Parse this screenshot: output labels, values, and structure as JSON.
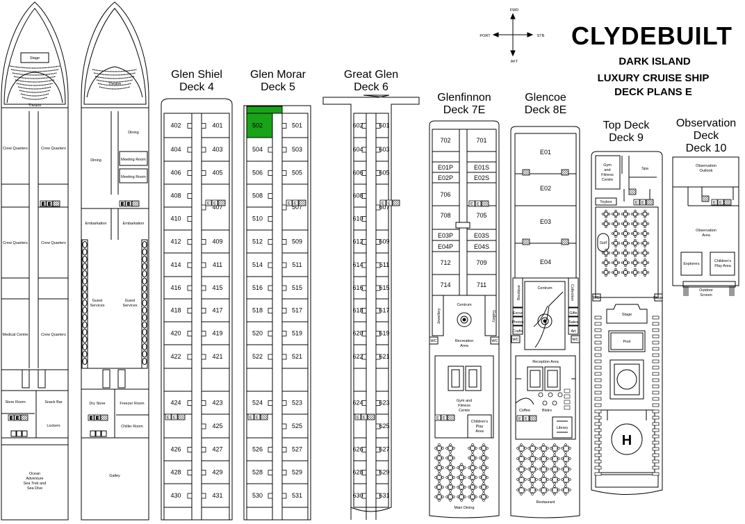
{
  "brand": {
    "logo": "CLYDEBUILT",
    "line1": "DARK ISLAND",
    "line2": "LUXURY CRUISE SHIP",
    "line3": "DECK PLANS E"
  },
  "compass": {
    "fwd": "FWD",
    "aft": "AFT",
    "port": "PORT",
    "stb": "STB"
  },
  "deck_titles": {
    "d4_name": "Glen Shiel",
    "d4_num": "Deck 4",
    "d5_name": "Glen Morar",
    "d5_num": "Deck 5",
    "d6_name": "Great Glen",
    "d6_num": "Deck 6",
    "d7_name": "Glenfinnon",
    "d7_num": "Deck 7E",
    "d8_name": "Glencoe",
    "d8_num": "Deck 8E",
    "d9_name": "Top Deck",
    "d9_num": "Deck 9",
    "d10_name": "Observation",
    "d10_name2": "Deck",
    "d10_num": "Deck 10"
  },
  "lower_decks": {
    "a_labels": [
      "Stage",
      "Theatre",
      "Crew Quarters",
      "Crew Quarters",
      "Crew Quarters",
      "Crew Quarters",
      "Medical Centre",
      "Crew Quarters",
      "Store Room",
      "Snack Bar",
      "Lockers",
      "Ocean",
      "Adventure",
      "Sea Trek and",
      "Sea Dive"
    ],
    "b_labels": [
      "Theatre",
      "Dining",
      "Dining",
      "Meeting Room",
      "Meeting Room",
      "Embarkation",
      "Embarkation",
      "Guest",
      "Services",
      "Guest",
      "Services",
      "Dry Store",
      "Freezer Room",
      "Chiller Room",
      "Galley"
    ]
  },
  "deck4": {
    "left": [
      "402",
      "404",
      "406",
      "408",
      "410",
      "412",
      "414",
      "416",
      "418",
      "420",
      "422",
      "424",
      "426",
      "428",
      "430"
    ],
    "right": [
      "401",
      "403",
      "405",
      "407",
      "409",
      "411",
      "415",
      "417",
      "419",
      "421",
      "423",
      "425",
      "427",
      "429",
      "431"
    ]
  },
  "deck5": {
    "left": [
      "502",
      "504",
      "506",
      "508",
      "510",
      "512",
      "514",
      "516",
      "518",
      "520",
      "522",
      "524",
      "526",
      "528",
      "530"
    ],
    "right": [
      "501",
      "503",
      "505",
      "507",
      "509",
      "511",
      "515",
      "517",
      "519",
      "521",
      "523",
      "525",
      "527",
      "529",
      "531"
    ],
    "highlight_color": "#19a319"
  },
  "deck6": {
    "left": [
      "602",
      "604",
      "606",
      "608",
      "610",
      "612",
      "614",
      "616",
      "618",
      "620",
      "622",
      "624",
      "626",
      "628",
      "630"
    ],
    "right": [
      "601",
      "603",
      "605",
      "607",
      "609",
      "611",
      "615",
      "617",
      "619",
      "621",
      "623",
      "625",
      "627",
      "629",
      "631"
    ]
  },
  "deck7": {
    "left": [
      "702",
      "E01P",
      "E02P",
      "706",
      "708",
      "E03P",
      "E04P",
      "712",
      "714"
    ],
    "right": [
      "701",
      "E01S",
      "E02S",
      "705",
      "E03S",
      "E04S",
      "709",
      "711"
    ],
    "labels": [
      "Centrum",
      "Jewellery",
      "Gallery",
      "WC",
      "WC",
      "Recreation",
      "Area",
      "Gym and",
      "Fitness",
      "Centre",
      "Children's",
      "Play",
      "Area",
      "Main Dining"
    ]
  },
  "deck8": {
    "suites": [
      "E01",
      "E02",
      "E03",
      "E04"
    ],
    "labels": [
      "Boutique",
      "Collection",
      "Centrum",
      "Excur",
      "Photos",
      "Crafts",
      "WC",
      "Gifts",
      "Sales",
      "Art",
      "WC",
      "Reception Area",
      "Coffee",
      "Bistro",
      "Library",
      "Restaurant"
    ]
  },
  "deck9": {
    "labels": [
      "Gym",
      "and",
      "Fitness",
      "Centre",
      "Spa",
      "Toybox",
      "Golf",
      "WC",
      "Stage",
      "Pool",
      "H"
    ]
  },
  "deck10": {
    "labels": [
      "Observation",
      "Outlook",
      "Observation",
      "Area",
      "Explorers",
      "Children's",
      "Play Area",
      "Outdoor",
      "Screen"
    ]
  },
  "lift_labels": {
    "e": "E"
  }
}
